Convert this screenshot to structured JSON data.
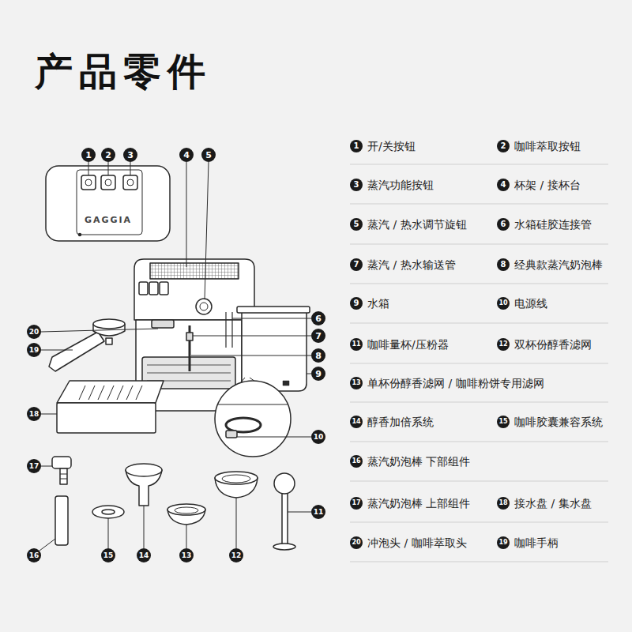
{
  "diagram": {
    "title": "产品零件",
    "labels": [
      "1",
      "2",
      "3",
      "4",
      "5",
      "GAGGIA",
      "6",
      "20",
      "7",
      "19",
      "8",
      "9",
      "18",
      "10",
      "17",
      "11",
      "16",
      "15",
      "14",
      "13",
      "12",
      "1",
      "开/关按钮",
      "2",
      "咖啡萃取按钮",
      "3",
      "蒸汽功能按钮",
      "4",
      "杯架 / 接杯台",
      "5",
      "蒸汽 / 热水调节旋钮",
      "6",
      "水箱硅胶连接管",
      "7",
      "蒸汽 / 热水输送管",
      "8",
      "经典款蒸汽奶泡棒",
      "9",
      "水箱",
      "10",
      "电源线",
      "11",
      "咖啡量杯/压粉器",
      "12",
      "双杯份醇香滤网",
      "13",
      "单杯份醇香滤网 / 咖啡粉饼专用滤网",
      "14",
      "醇香加倍系统",
      "15",
      "咖啡胶囊兼容系统",
      "16",
      "蒸汽奶泡棒 下部组件",
      "17",
      "蒸汽奶泡棒 上部组件",
      "18",
      "接水盘 / 集水盘",
      "20",
      "冲泡头 / 咖啡萃取头",
      "19",
      "咖啡手柄"
    ]
  }
}
